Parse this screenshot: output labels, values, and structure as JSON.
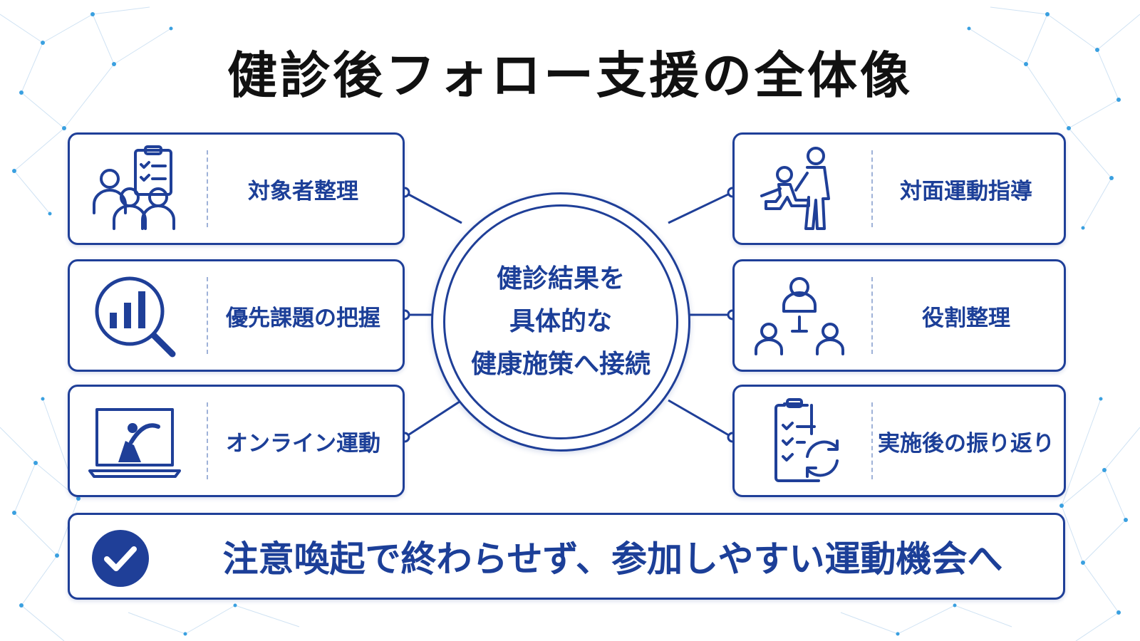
{
  "title": "健診後フォロー支援の全体像",
  "hub": {
    "lines": [
      "健診結果を",
      "具体的な",
      "健康施策へ接続"
    ]
  },
  "left_items": [
    {
      "label": "対象者整理",
      "icon": "people-clipboard-icon"
    },
    {
      "label": "優先課題の把握",
      "icon": "magnifier-bar-chart-icon"
    },
    {
      "label": "オンライン運動",
      "icon": "laptop-exercise-icon"
    }
  ],
  "right_items": [
    {
      "label": "対面運動指導",
      "icon": "trainer-assisting-icon"
    },
    {
      "label": "役割整理",
      "icon": "org-hierarchy-icon"
    },
    {
      "label": "実施後の振り返り",
      "icon": "checklist-cycle-icon"
    }
  ],
  "banner": {
    "message": "注意喚起で終わらせず、参加しやすい運動機会へ",
    "icon": "check-circle-icon"
  },
  "colors": {
    "primary": "#1f3f98",
    "text_dark": "#111111",
    "background": "#ffffff",
    "network_accent": "#3aa0e0"
  }
}
